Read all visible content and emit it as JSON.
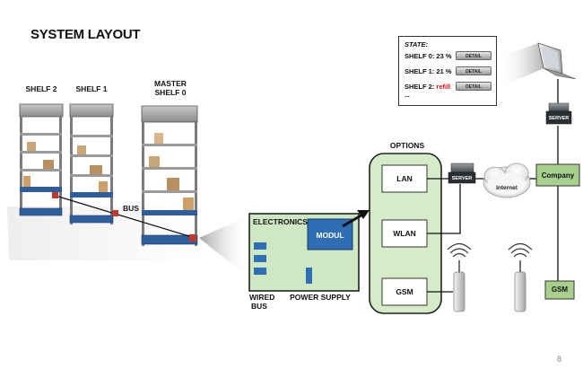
{
  "title": "SYSTEM LAYOUT",
  "shelves": {
    "shelf2": "SHELF 2",
    "shelf1": "SHELF 1",
    "master_line1": "MASTER",
    "master_line2": "SHELF 0",
    "bus": "BUS"
  },
  "electronics": {
    "label": "ELECTRONICS",
    "modul": "MODUL",
    "wired_line1": "WIRED",
    "wired_line2": "BUS",
    "power_supply": "POWER SUPPLY"
  },
  "options": {
    "label": "OPTIONS",
    "lan": "LAN",
    "wlan": "WLAN",
    "gsm": "GSM"
  },
  "network": {
    "server": "SERVER",
    "internet": "Internet",
    "company": "Company",
    "gsm": "GSM",
    "server_top": "SERVER"
  },
  "state_panel": {
    "title": "STATE:",
    "rows": [
      {
        "label": "SHELF 0: 23 %",
        "button": "DETAIL"
      },
      {
        "label": "SHELF 1: 21 %",
        "button": "DETAIL"
      },
      {
        "label_prefix": "SHELF 2: ",
        "label_status": "refill",
        "button": "DETAIL"
      }
    ],
    "ellipsis": "..."
  },
  "page_number": "8",
  "colors": {
    "green_fill": "#cfe8c4",
    "green_stroke": "#1c1c1c",
    "company_fill": "#a8d08d",
    "modul_blue": "#2f6db5",
    "refill_red": "#dd1111",
    "shelf_blue": "#2e5e9e"
  }
}
